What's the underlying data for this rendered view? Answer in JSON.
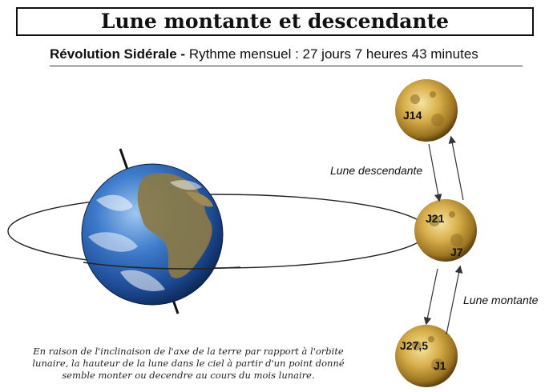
{
  "title": "Lune montante et descendante",
  "subtitle": {
    "bold": "Révolution Sidérale - ",
    "rest": "Rythme mensuel : 27 jours 7 heures 43 minutes"
  },
  "moons": {
    "top": "J14",
    "middle_a": "J21",
    "middle_b": "J7",
    "bottom_a": "J27,5",
    "bottom_b": "J1"
  },
  "labels": {
    "descending": "Lune descendante",
    "ascending": "Lune montante"
  },
  "note": {
    "line1": "En raison de l'inclinaison de l'axe de la terre par rapport à l'orbite",
    "line2": "lunaire, la hauteur de la lune dans le ciel à partir d'un point donné",
    "line3": "semble monter ou decendre au cours du mois lunaire."
  },
  "colors": {
    "moon": "#c9a13c",
    "ocean": "#2f67b8",
    "land": "#8a7a45"
  }
}
